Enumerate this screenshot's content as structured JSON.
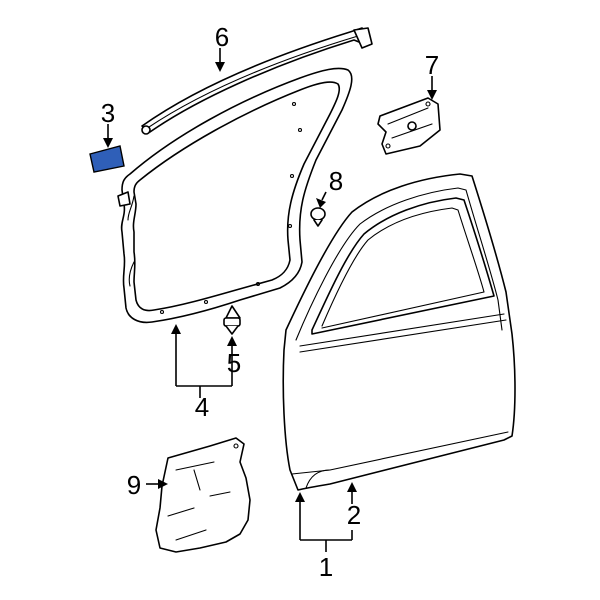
{
  "diagram": {
    "highlight_color": "#2f5fb8",
    "callouts": [
      {
        "id": "1",
        "label": "1"
      },
      {
        "id": "2",
        "label": "2"
      },
      {
        "id": "3",
        "label": "3"
      },
      {
        "id": "4",
        "label": "4"
      },
      {
        "id": "5",
        "label": "5"
      },
      {
        "id": "6",
        "label": "6"
      },
      {
        "id": "7",
        "label": "7"
      },
      {
        "id": "8",
        "label": "8"
      },
      {
        "id": "9",
        "label": "9"
      }
    ]
  }
}
